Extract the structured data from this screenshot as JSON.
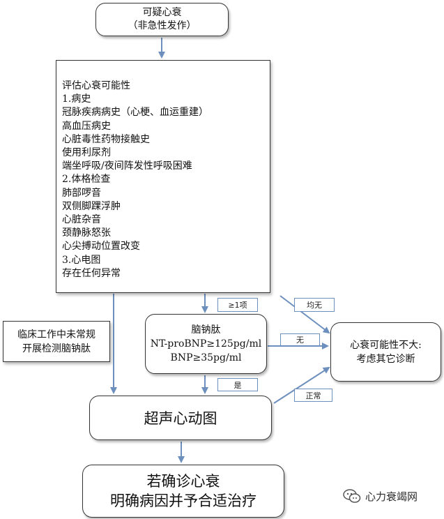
{
  "start": {
    "lines": [
      "可疑心衰",
      "（非急性发作）"
    ]
  },
  "assessment": {
    "lines": [
      "评估心衰可能性",
      "1.病史",
      "冠脉疾病病史（心梗、血运重建）",
      "高血压病史",
      "心脏毒性药物接触史",
      "使用利尿剂",
      "端坐呼吸/夜间阵发性呼吸困难",
      "2.体格检查",
      "肺部啰音",
      "双侧脚踝浮肿",
      "心脏杂音",
      "颈静脉怒张",
      "心尖搏动位置改变",
      "3.心电图",
      "存在任何异常"
    ]
  },
  "side_note": {
    "lines": [
      "临床工作中未常规",
      "开展检测脑钠肽"
    ]
  },
  "bnp": {
    "lines": [
      "脑钠肽",
      "NT-proBNP≥125pg/ml",
      "BNP≥35pg/ml"
    ]
  },
  "unlikely": {
    "lines": [
      "心衰可能性不大:",
      "考虑其它诊断"
    ]
  },
  "echo": {
    "label": "超声心动图"
  },
  "final": {
    "lines": [
      "若确诊心衰",
      "明确病因并予合适治疗"
    ]
  },
  "edge_labels": {
    "ge1": "≥1项",
    "all_none": "均无",
    "none": "无",
    "yes": "是",
    "normal": "正常"
  },
  "watermark": {
    "text": "心力衰竭网"
  },
  "colors": {
    "arrow": "#6d8fbd",
    "border": "#333333",
    "tag_border": "#6d8fbd"
  }
}
